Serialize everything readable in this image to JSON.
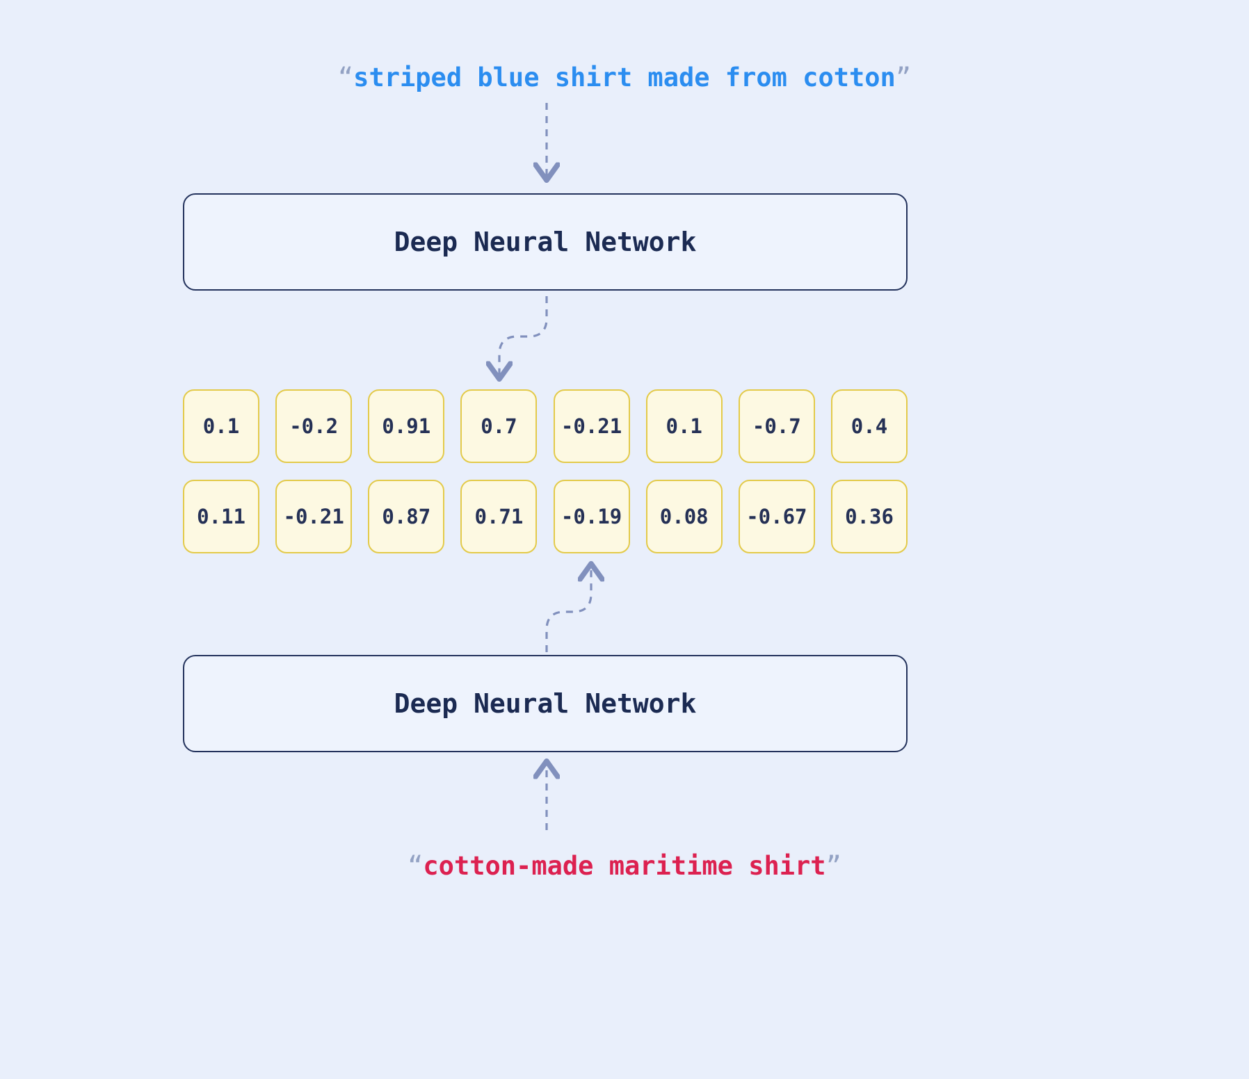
{
  "diagram": {
    "type": "text-embedding-dual-encoder",
    "top_query": {
      "open_quote": "“",
      "text": "striped blue shirt made from cotton",
      "close_quote": "”",
      "color": "#2b8df0"
    },
    "bottom_query": {
      "open_quote": "“",
      "text": "cotton-made maritime shirt",
      "close_quote": "”",
      "color": "#dc2150"
    },
    "dnn_top": {
      "label": "Deep Neural Network"
    },
    "dnn_bottom": {
      "label": "Deep Neural Network"
    },
    "embedding": {
      "row1": [
        "0.1",
        "-0.2",
        "0.91",
        "0.7",
        "-0.21",
        "0.1",
        "-0.7",
        "0.4"
      ],
      "row2": [
        "0.11",
        "-0.21",
        "0.87",
        "0.71",
        "-0.19",
        "0.08",
        "-0.67",
        "0.36"
      ]
    },
    "colors": {
      "background": "#e9effb",
      "cell_fill": "#fdf9e2",
      "cell_border": "#e3ca49",
      "box_border": "#23325c",
      "box_fill": "#eef3fd",
      "label_navy": "#1b2a52",
      "arrow": "#8190bd",
      "quote_gray": "#93a2c4"
    }
  }
}
